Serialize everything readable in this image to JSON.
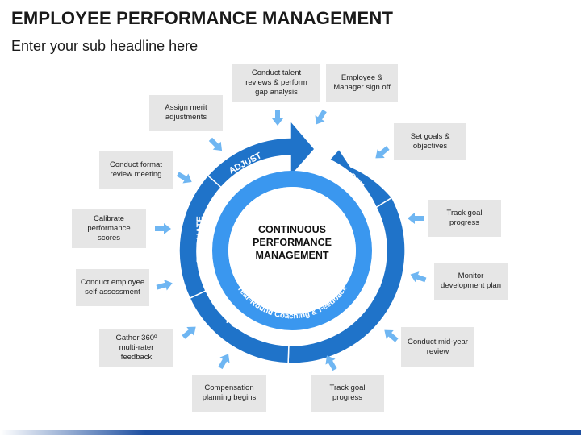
{
  "title": "EMPLOYEE PERFORMANCE MANAGEMENT",
  "subtitle": "Enter your sub headline here",
  "center": {
    "line1": "CONTINUOUS",
    "line2": "PERFORMANCE",
    "line3": "MANAGEMENT",
    "ring_label": "Year-Round Coaching & Feedback"
  },
  "segments": {
    "set": "SET",
    "monitor": "MONITOR",
    "plan": "PLAN",
    "evaluate": "EVALUATE",
    "adjust": "ADJUST"
  },
  "boxes": {
    "conduct_talent": "Conduct talent\nreviews & perform\ngap analysis",
    "employee_signoff": "Employee &\nManager sign off",
    "assign_merit": "Assign merit\nadjustments",
    "set_goals": "Set goals &\nobjectives",
    "format_review": "Conduct format\nreview meeting",
    "track_goal_right": "Track goal\nprogress",
    "calibrate": "Calibrate\nperformance\nscores",
    "monitor_dev": "Monitor\ndevelopment plan",
    "self_assessment": "Conduct employee\nself-assessment",
    "mid_year": "Conduct mid-year\nreview",
    "gather_360": "Gather 360º\nmulti-rater\nfeedback",
    "compensation": "Compensation\nplanning begins",
    "track_goal_bottom": "Track goal\nprogress"
  },
  "colors": {
    "outer_ring": "#1f73c9",
    "inner_ring": "#3a97ef",
    "box_fill": "#e6e6e6",
    "arrow": "#6fb6f2"
  }
}
